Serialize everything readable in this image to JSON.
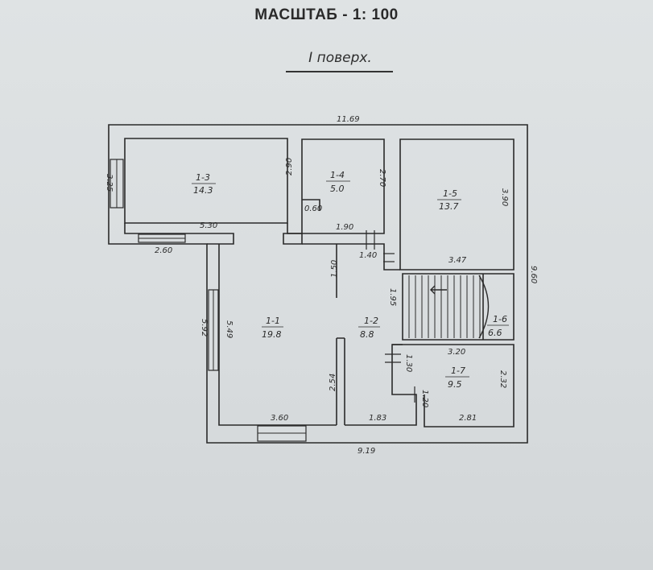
{
  "header": {
    "scale": "МАСШТАБ - 1: 100",
    "floor": "I поверх."
  },
  "rooms": [
    {
      "id": "1-3",
      "area": "14.3"
    },
    {
      "id": "1-4",
      "area": "5.0"
    },
    {
      "id": "1-5",
      "area": "13.7"
    },
    {
      "id": "1-1",
      "area": "19.8"
    },
    {
      "id": "1-2",
      "area": "8.8"
    },
    {
      "id": "1-6",
      "area": "6.6"
    },
    {
      "id": "1-7",
      "area": "9.5"
    }
  ],
  "dimensions": {
    "top_overall": "11.69",
    "right_overall": "9.60",
    "bottom_overall": "9.19",
    "r13_left": "3.25",
    "r13_right": "2.90",
    "r13_bottom": "5.30",
    "ledge_bottom": "2.60",
    "r14_right": "2.70",
    "r14_niche": "0.60",
    "r14_bottom": "1.90",
    "r15_right": "3.90",
    "r15_bottom": "3.47",
    "hall_step": "1.40",
    "hall_left_outer": "5.92",
    "hall_left_inner": "5.49",
    "r11_bottom": "3.60",
    "r11_partition_top": "1.50",
    "r11_partition_bottom": "2.54",
    "stairs_left": "1.95",
    "r12_bottom": "1.83",
    "r17_top": "3.20",
    "r17_left_upper": "1.30",
    "r17_left_lower": "1.20",
    "r17_right": "2.32",
    "r17_bottom": "2.81"
  }
}
